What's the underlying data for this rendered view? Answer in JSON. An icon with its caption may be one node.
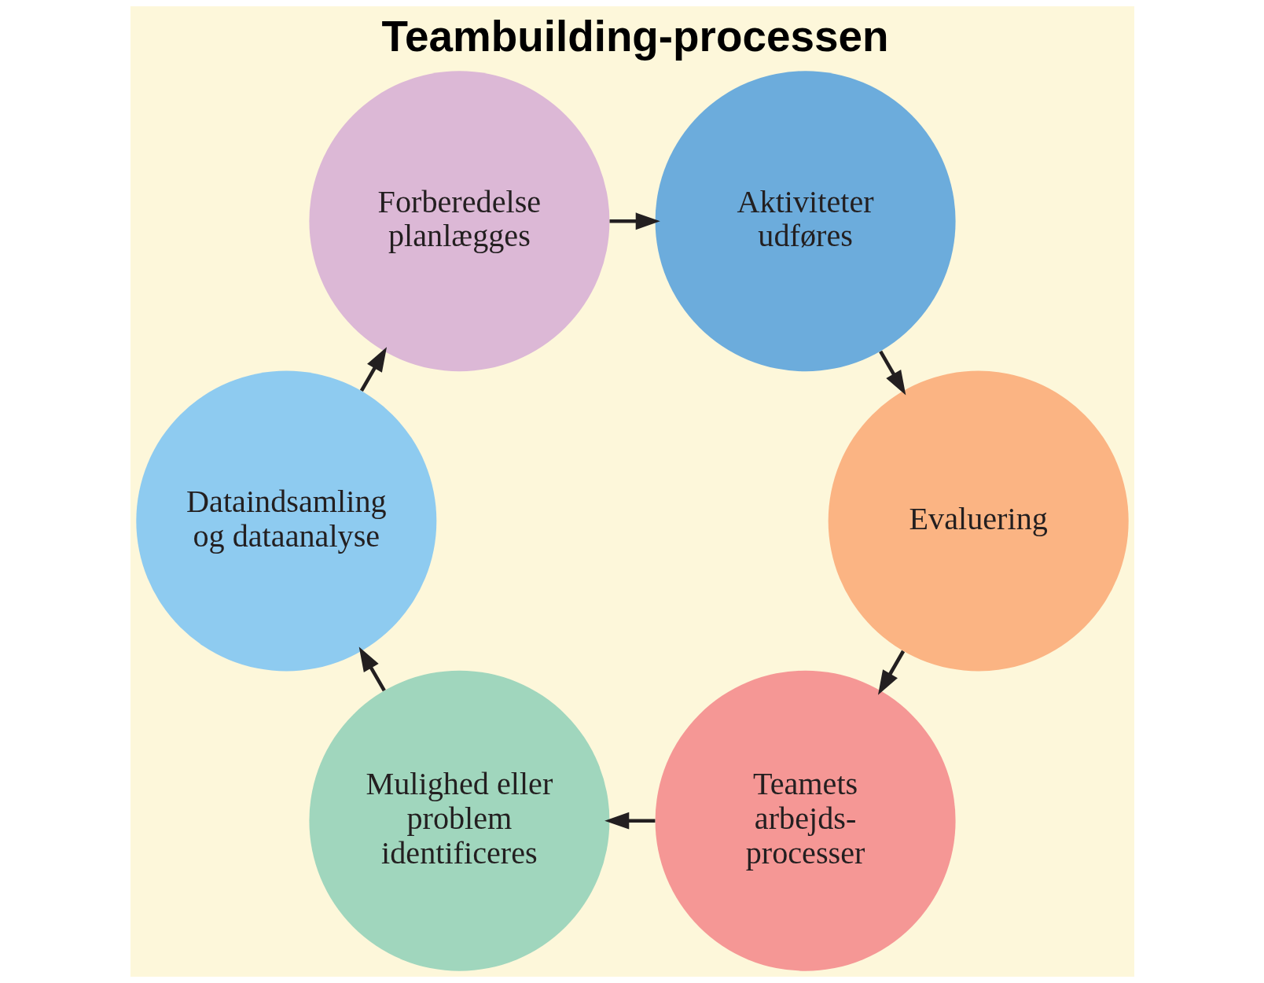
{
  "diagram": {
    "title": "Teambuilding-processen",
    "nodes": [
      {
        "text": [
          "Teamets arbejds- processer"
        ]
      },
      {
        "text": [
          "Mulighed eller problem identificeres"
        ]
      },
      {
        "text": [
          "Dataindsamling og dataanalyse"
        ]
      },
      {
        "text": [
          "Forberedelse planlægges"
        ]
      },
      {
        "text": [
          "Aktiviteter udføres"
        ]
      },
      {
        "text": [
          "Evaluering"
        ]
      }
    ],
    "edges": [
      {
        "from": 0,
        "to": 1,
        "arrow": "to"
      },
      {
        "from": 1,
        "to": 2,
        "arrow": "to"
      },
      {
        "from": 2,
        "to": 3,
        "arrow": "to"
      },
      {
        "from": 3,
        "to": 4,
        "arrow": "to"
      },
      {
        "from": 4,
        "to": 5,
        "arrow": "to"
      },
      {
        "from": 5,
        "to": 0,
        "arrow": "to"
      }
    ]
  }
}
